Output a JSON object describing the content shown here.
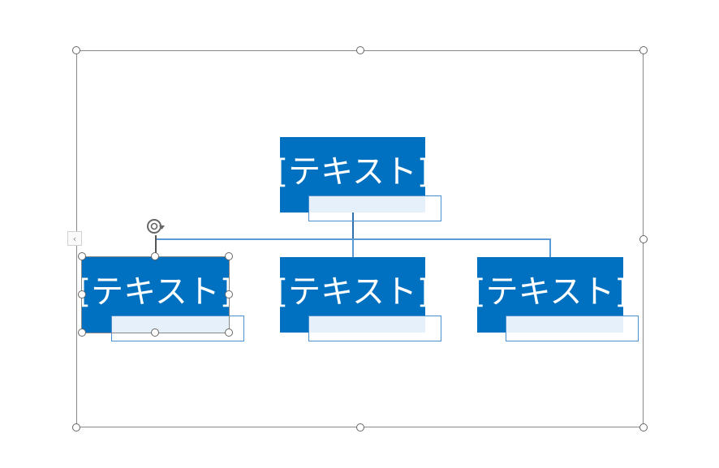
{
  "org_chart": {
    "top_node": {
      "text": "[テキスト]"
    },
    "child_nodes": [
      {
        "text": "[テキスト]",
        "selected": true
      },
      {
        "text": "[テキスト]"
      },
      {
        "text": "[テキスト]"
      }
    ]
  },
  "controls": {
    "collapse_icon": "‹"
  },
  "colors": {
    "node_fill": "#0070c0",
    "connector": "#5b9bd5",
    "assistant_fill": "#e6f0fa"
  }
}
